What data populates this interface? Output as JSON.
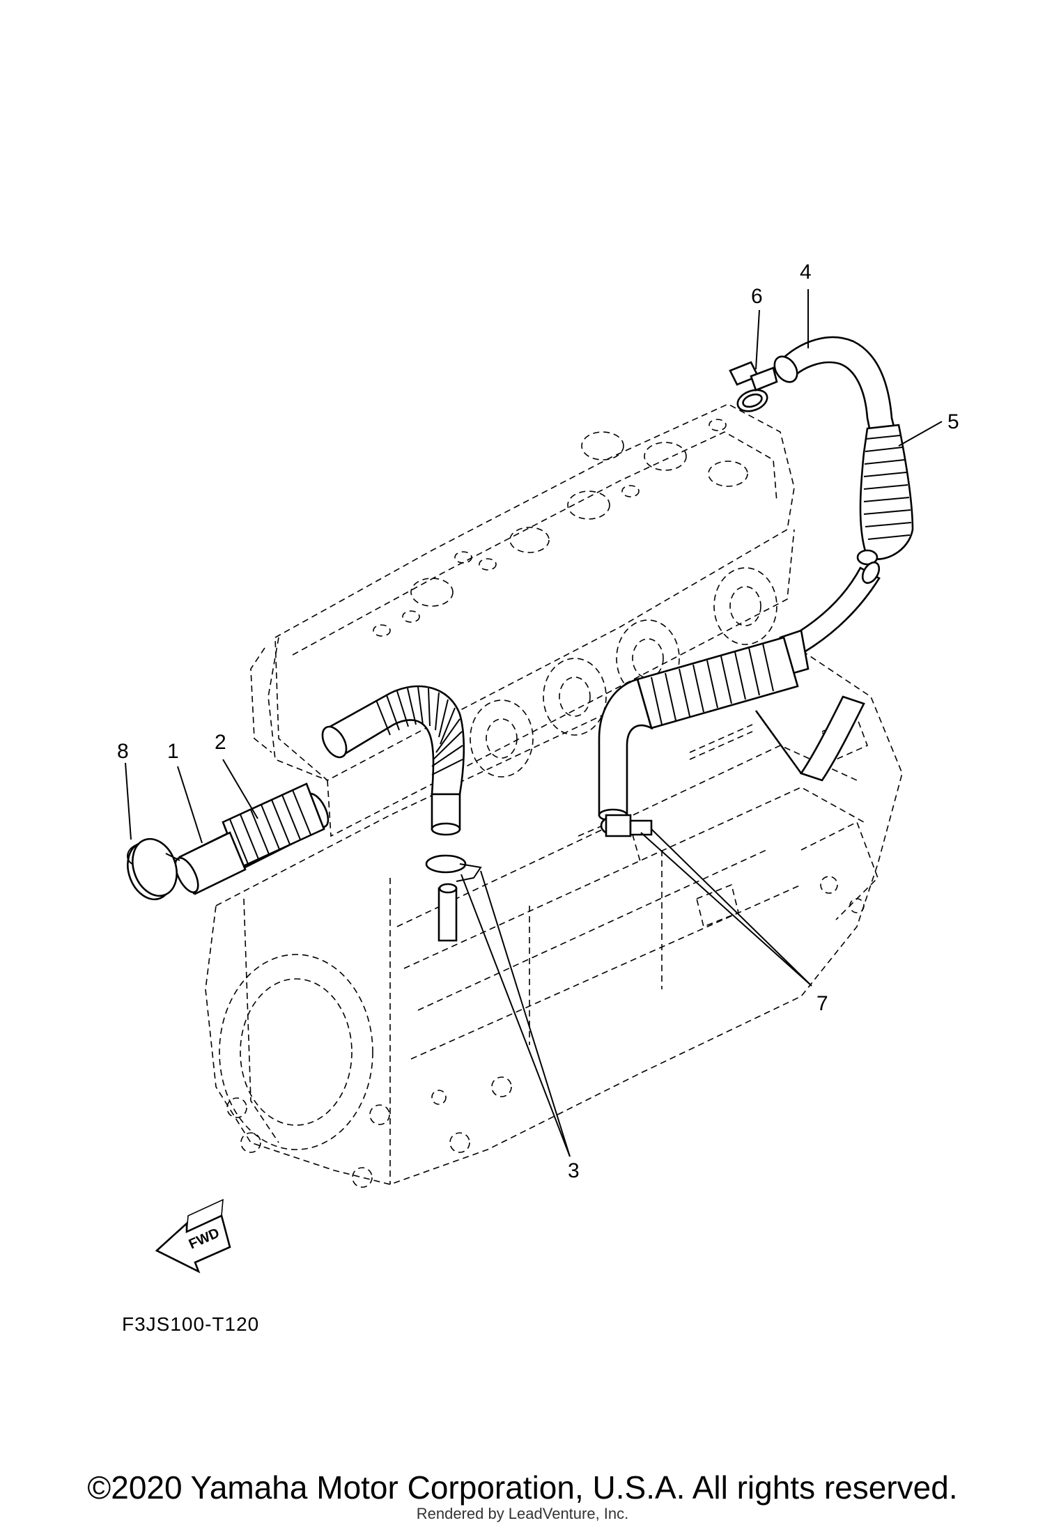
{
  "diagram": {
    "callouts": [
      {
        "id": "1",
        "label": "1"
      },
      {
        "id": "2",
        "label": "2"
      },
      {
        "id": "3",
        "label": "3"
      },
      {
        "id": "4",
        "label": "4"
      },
      {
        "id": "5",
        "label": "5"
      },
      {
        "id": "6",
        "label": "6"
      },
      {
        "id": "7",
        "label": "7"
      },
      {
        "id": "8",
        "label": "8"
      }
    ],
    "fwd_label": "FWD",
    "diagram_code": "F3JS100-T120"
  },
  "footer": {
    "copyright": "©2020 Yamaha Motor Corporation, U.S.A. All rights reserved.",
    "rendered_by": "Rendered by LeadVenture, Inc."
  },
  "colors": {
    "line": "#000000",
    "background": "#ffffff"
  }
}
